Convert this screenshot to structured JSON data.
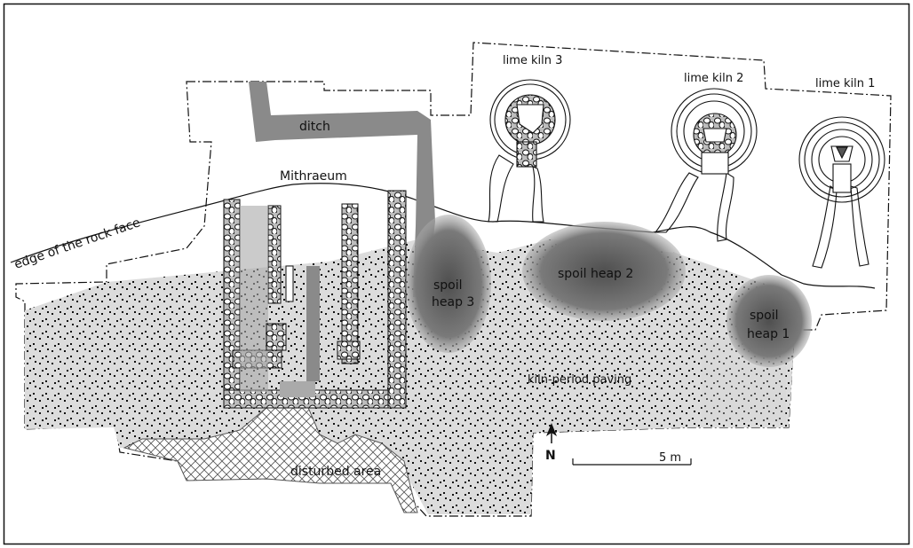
{
  "labels": {
    "ditch": "ditch",
    "mithraeum": "Mithraeum",
    "rock_face": "edge of the rock face",
    "lime_kiln_3": "lime kiln 3",
    "lime_kiln_2": "lime kiln 2",
    "lime_kiln_1": "lime kiln 1",
    "spoil_heap_3_line1": "spoil",
    "spoil_heap_3_line2": "heap 3",
    "spoil_heap_2": "spoil heap 2",
    "spoil_heap_1_line1": "spoil",
    "spoil_heap_1_line2": "heap 1",
    "paving": "kiln-period paving",
    "disturbed": "disturbed area",
    "north": "N",
    "scale": "5 m"
  },
  "colors": {
    "ditch_fill": "#8a8a8a",
    "paving_fill": "#d9d9d9",
    "spoil_fill": "#6b6b6b",
    "outline": "#111111"
  }
}
